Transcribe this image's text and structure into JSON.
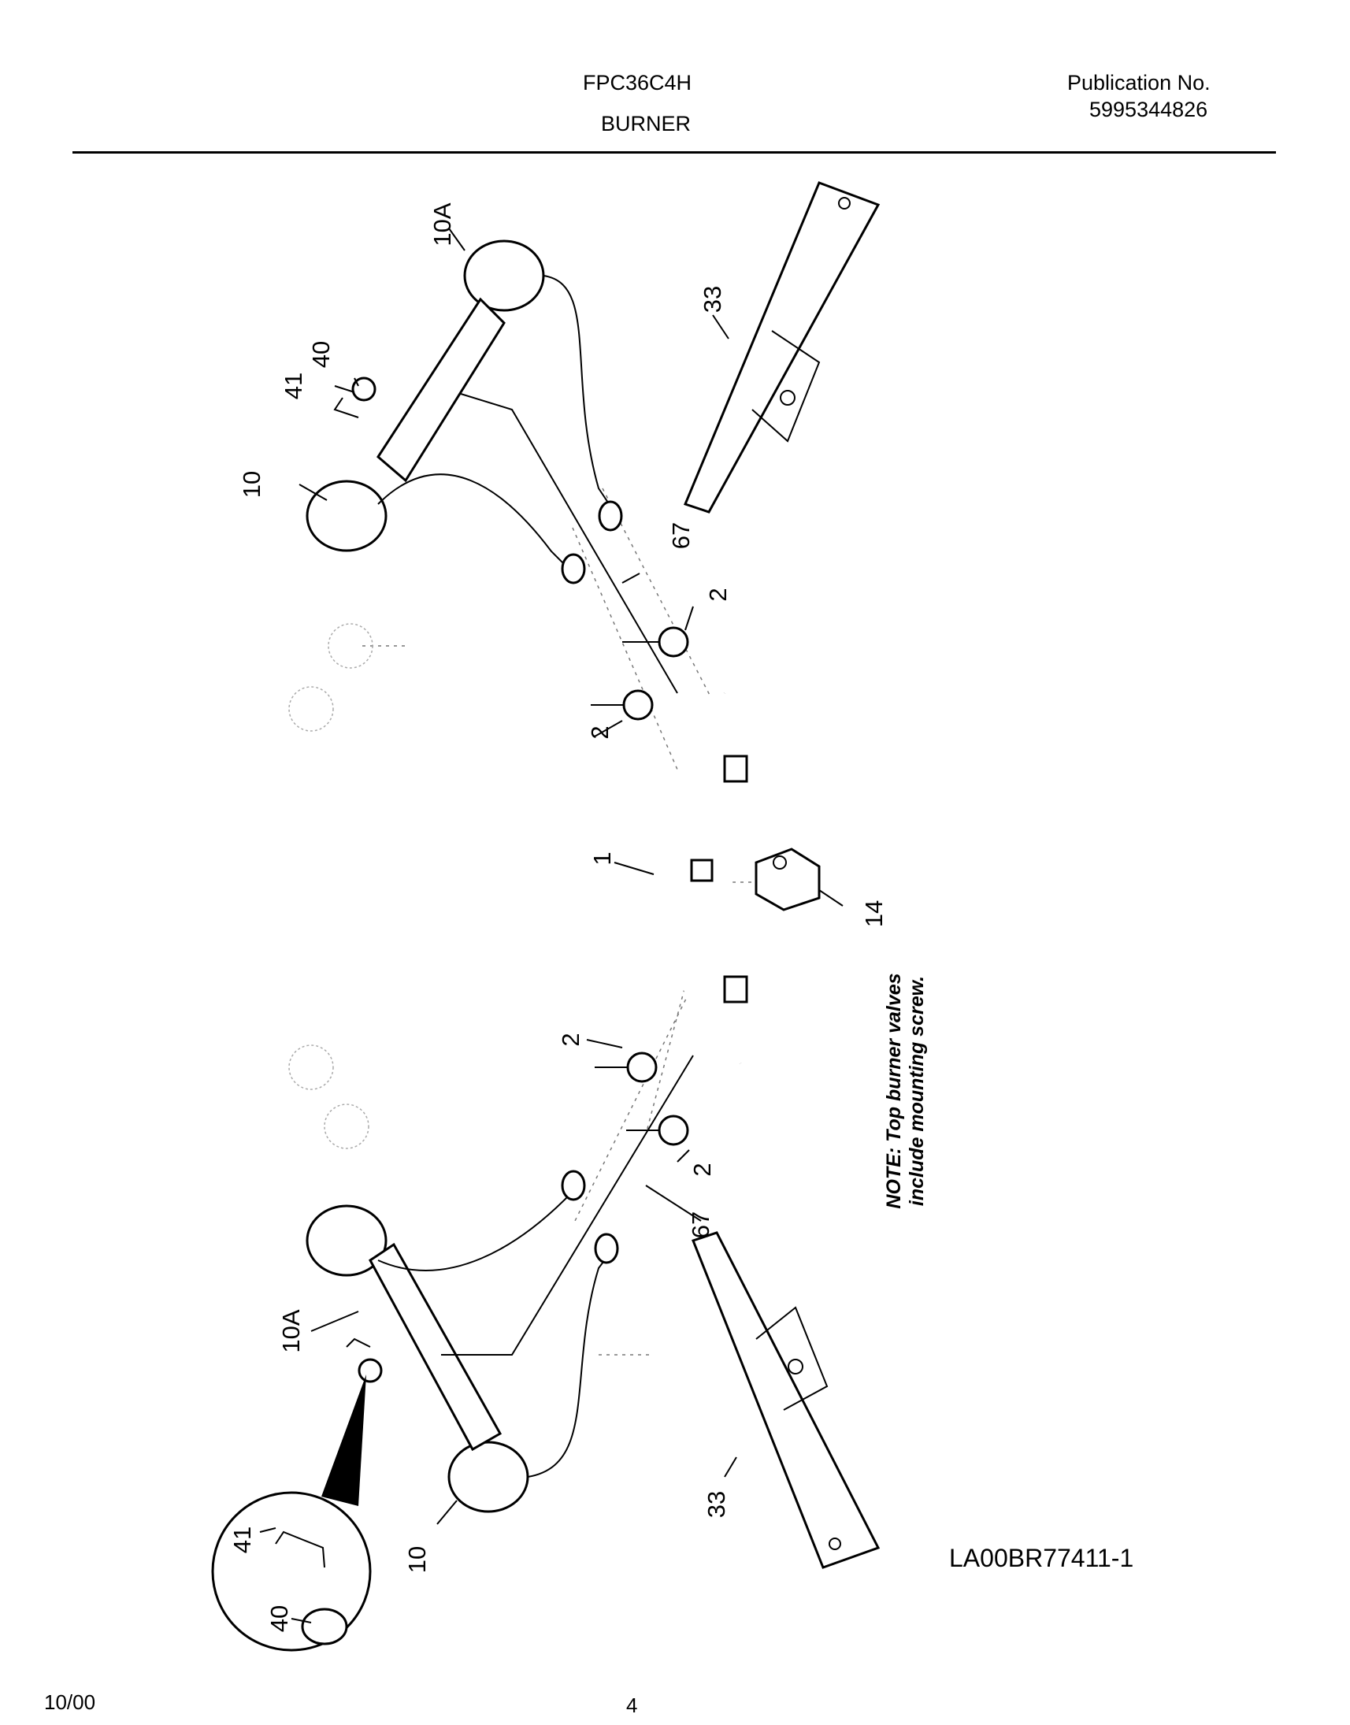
{
  "header": {
    "model": "FPC36C4H",
    "section": "BURNER",
    "publication_label": "Publication No.",
    "publication_number": "5995344826"
  },
  "note": {
    "line1": "NOTE: Top burner valves",
    "line2": "include mounting screw."
  },
  "callouts": {
    "burner_rear_right": "10A",
    "burner_rear_left": "10",
    "retainer_clip_top": "41",
    "orifice_hood_top": "40",
    "burner_pan_top": "33",
    "tube_top": "67",
    "valve_upper_1": "2",
    "valve_upper_2": "2",
    "manifold": "1",
    "regulator": "14",
    "valve_lower_1": "2",
    "valve_lower_2": "2",
    "tube_bottom": "67",
    "burner_front_left": "10A",
    "burner_pan_bottom": "33",
    "burner_front_right": "10",
    "retainer_clip_detail": "41",
    "orifice_hood_detail": "40"
  },
  "footer": {
    "drawing_id": "LA00BR77411-1",
    "date": "10/00",
    "page": "4"
  }
}
